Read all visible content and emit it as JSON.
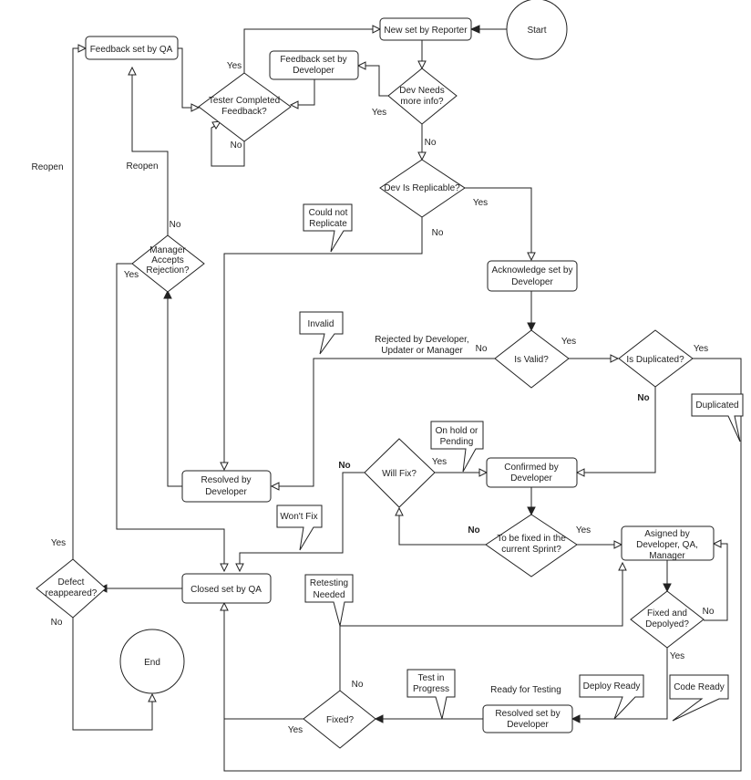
{
  "nodes": {
    "start": "Start",
    "end": "End",
    "new_set_by_reporter": "New set by Reporter",
    "feedback_set_by_qa": "Feedback set by QA",
    "feedback_set_by_developer": [
      "Feedback set by",
      "Developer"
    ],
    "tester_completed_feedback": [
      "Tester Completed",
      "Feedback?"
    ],
    "dev_needs_more_info": [
      "Dev Needs",
      "more info?"
    ],
    "dev_is_replicable": "Dev Is Replicable?",
    "acknowledge_set_by_developer": [
      "Acknowledge set by",
      "Developer"
    ],
    "manager_accepts_rejection": [
      "Manager",
      "Accepts",
      "Rejection?"
    ],
    "is_valid": "Is Valid?",
    "is_duplicated": "Is Duplicated?",
    "will_fix": "Will Fix?",
    "confirmed_by_developer": [
      "Confirmed by",
      "Developer"
    ],
    "resolved_by_developer": [
      "Resolved by",
      "Developer"
    ],
    "to_be_fixed_current_sprint": [
      "To be fixed in the",
      "current Sprint?"
    ],
    "assigned_by": [
      "Asigned by",
      "Developer, QA,",
      "Manager"
    ],
    "fixed_and_deployed": [
      "Fixed and",
      "Depolyed?"
    ],
    "closed_set_by_qa": "Closed set by QA",
    "defect_reappeared": [
      "Defect",
      "reappeared?"
    ],
    "fixed": "Fixed?",
    "resolved_set_by_developer": [
      "Resolved set by",
      "Developer"
    ]
  },
  "callouts": {
    "could_not_replicate": [
      "Could not",
      "Replicate"
    ],
    "invalid": "Invalid",
    "on_hold_or_pending": [
      "On hold or",
      "Pending"
    ],
    "wont_fix": "Won't Fix",
    "duplicated": "Duplicated",
    "retesting_needed": [
      "Retesting",
      "Needed"
    ],
    "test_in_progress": [
      "Test in",
      "Progress"
    ],
    "deploy_ready": "Deploy Ready",
    "code_ready": "Code Ready"
  },
  "edge_labels": {
    "yes_tester_completed": "Yes",
    "no_tester_completed": "No",
    "yes_dev_needs_info": "Yes",
    "no_dev_needs_info": "No",
    "yes_replicable": "Yes",
    "no_replicable": "No",
    "reopen_left": "Reopen",
    "reopen_manager": "Reopen",
    "no_manager": "No",
    "yes_manager": "Yes",
    "rejected_by": [
      "Rejected by Developer,",
      "Updater or Manager"
    ],
    "no_is_valid": "No",
    "yes_is_valid": "Yes",
    "yes_is_duplicated": "Yes",
    "no_is_duplicated": "No",
    "no_will_fix": "No",
    "yes_will_fix": "Yes",
    "no_sprint": "No",
    "yes_sprint": "Yes",
    "no_fixed_deployed": "No",
    "yes_fixed_deployed": "Yes",
    "yes_defect": "Yes",
    "no_defect": "No",
    "ready_for_testing": "Ready for Testing",
    "no_fixed": "No",
    "yes_fixed": "Yes"
  }
}
